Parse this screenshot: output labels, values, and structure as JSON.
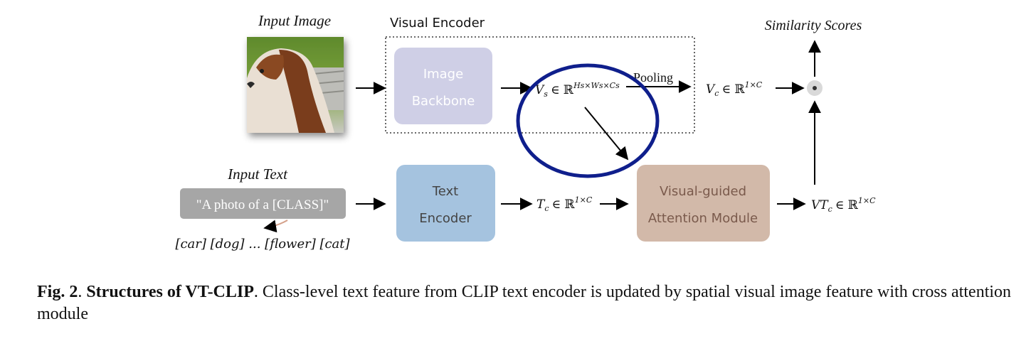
{
  "figure": {
    "input_image_title": "Input Image",
    "visual_encoder_title": "Visual Encoder",
    "image_backbone_line1": "Image",
    "image_backbone_line2": "Backbone",
    "vs_base": "V",
    "vs_sub": "s",
    "vs_set": "∈ ℝ",
    "vs_sup": "Hs×Ws×Cs",
    "pooling_label": "Pooling",
    "vc_base": "V",
    "vc_sub": "c",
    "vc_set": "∈ ℝ",
    "vc_sup": "1×C",
    "similarity_title": "Similarity Scores",
    "input_text_title": "Input Text",
    "prompt_text": "\"A photo of a [CLASS]\"",
    "class_list": "[car] [dog] ... [flower] [cat]",
    "text_encoder_line1": "Text",
    "text_encoder_line2": "Encoder",
    "tc_base": "T",
    "tc_sub": "c",
    "tc_set": "∈ ℝ",
    "tc_sup": "1×C",
    "attention_line1": "Visual-guided",
    "attention_line2": "Attention Module",
    "vtc_base": "VT",
    "vtc_sub": "c",
    "vtc_set": "∈ ℝ",
    "vtc_sup": "1×C"
  },
  "caption": {
    "fig_label": "Fig. 2",
    "title": "Structures of VT-CLIP",
    "body": ". Class-level text feature from CLIP text encoder is updated by spatial visual image feature with cross attention module"
  },
  "colors": {
    "image_backbone_fill": "#cfcfe6",
    "text_encoder_fill": "#a5c3df",
    "attention_fill": "#d2b9a9",
    "prompt_fill": "#a6a6a6",
    "highlight_ellipse": "#0f1f8c"
  }
}
